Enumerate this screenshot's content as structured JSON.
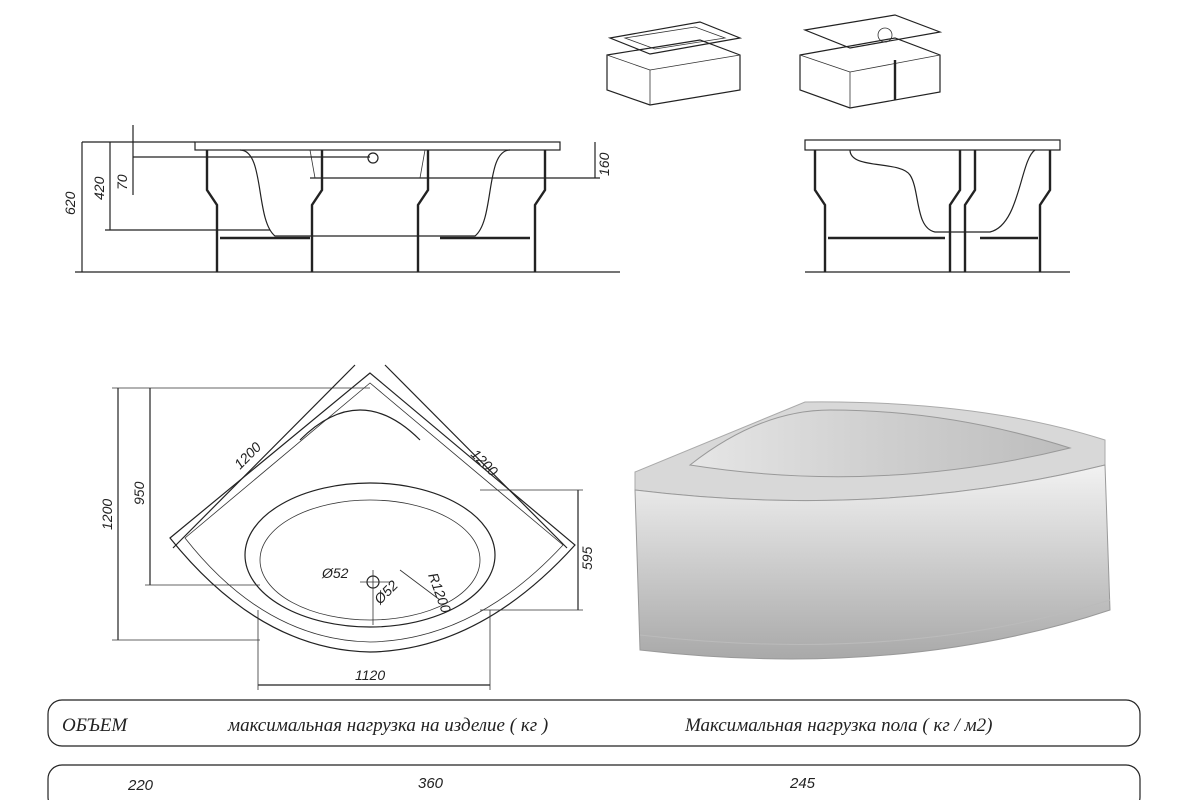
{
  "side_view": {
    "dims": {
      "total_height": "620",
      "tub_depth": "420",
      "overflow": "70",
      "seat": "160"
    }
  },
  "plan_view": {
    "dims": {
      "overall_height": "1200",
      "depth_950": "950",
      "side_left": "1200",
      "side_right": "1200",
      "dim_595": "595",
      "drain_diameter": "Ø52",
      "overflow_diameter": "Ø52",
      "radius": "R1200",
      "width_1120": "1120"
    }
  },
  "table": {
    "headers": [
      "ОБЪЕМ",
      "максимальная нагрузка на изделие ( кг )",
      "Максимальная нагрузка пола ( кг / м2)"
    ],
    "values": [
      "220",
      "360",
      "245"
    ]
  }
}
